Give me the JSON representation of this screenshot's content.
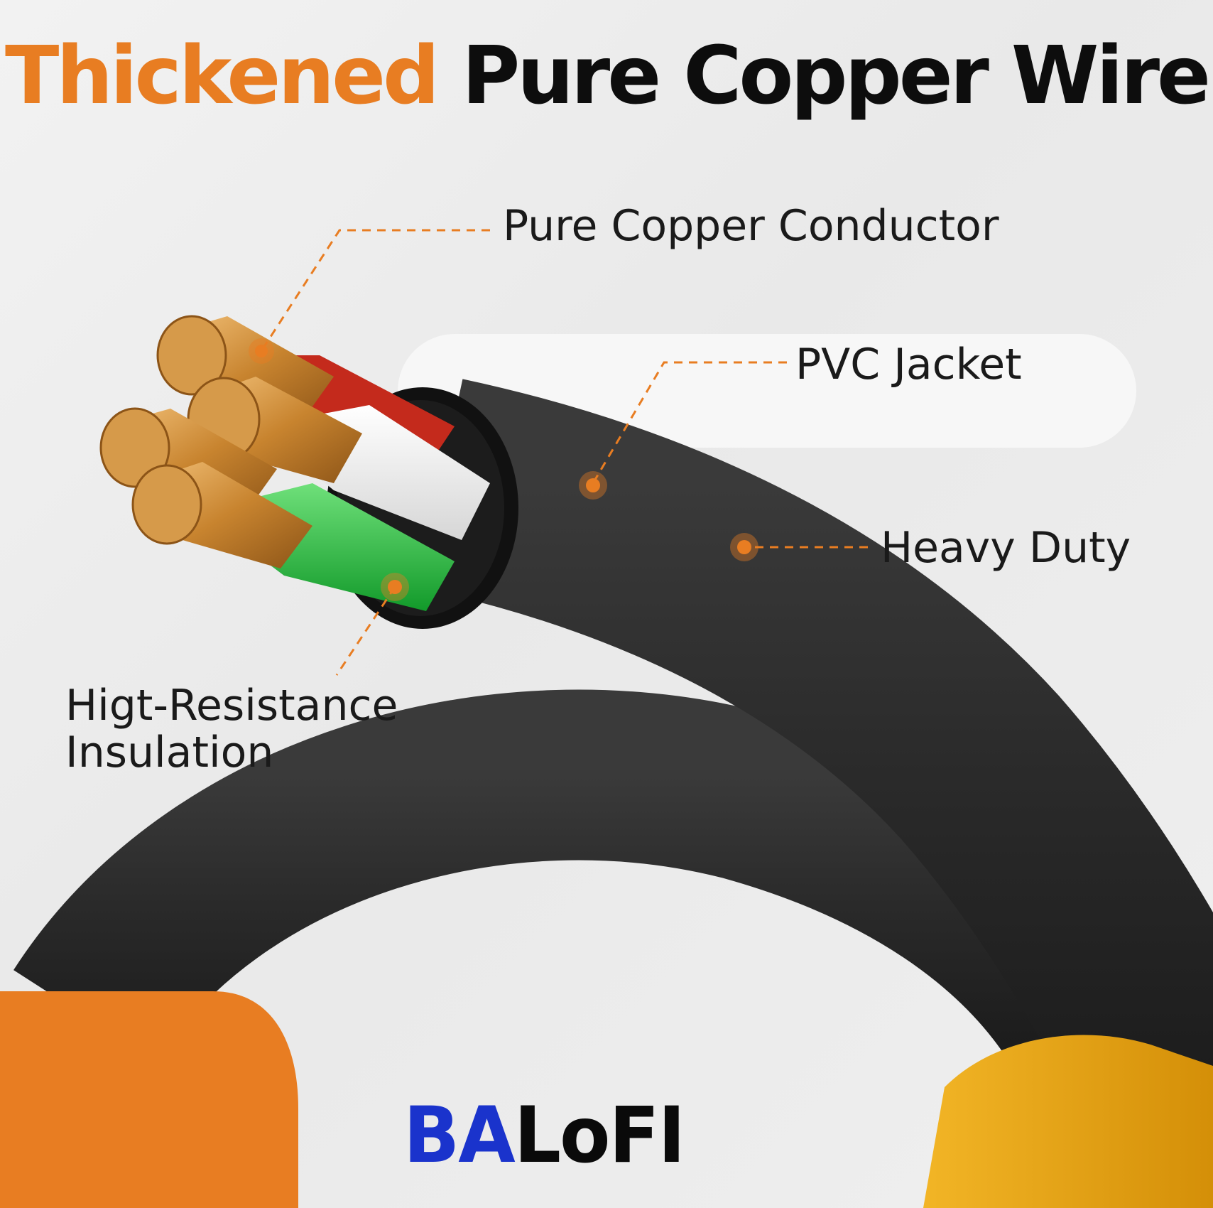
{
  "headline": {
    "accent": "Thickened",
    "main": "Pure Copper Wire"
  },
  "callouts": {
    "conductor": "Pure Copper Conductor",
    "jacket": "PVC Jacket",
    "duty": "Heavy Duty",
    "insulation_line1": "Higt-Resistance",
    "insulation_line2": "Insulation"
  },
  "brand": {
    "part1": "BA",
    "part2": "LoFI"
  },
  "colors": {
    "accent": "#e87d22",
    "cable": "#2b2b2b",
    "brand_blue": "#1a33cc",
    "wire_red": "#c42a1c",
    "wire_white": "#f4f4f4",
    "wire_green": "#22b33a",
    "plug_yellow": "#e8a814"
  }
}
